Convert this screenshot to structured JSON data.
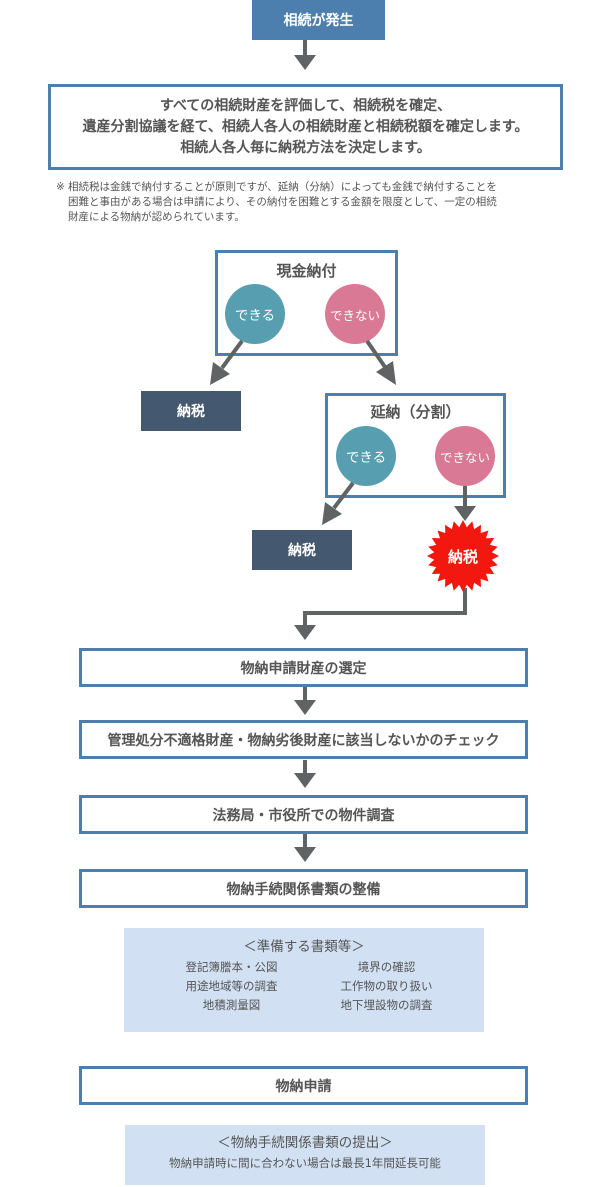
{
  "start": {
    "label": "相続が発生"
  },
  "main_box": {
    "lines": [
      "すべての相続財産を評価して、相続税を確定、",
      "遺産分割協議を経て、相続人各人の相続財産と相続税額を確定します。",
      "相続人各人毎に納税方法を決定します。"
    ]
  },
  "note": {
    "mark": "※",
    "lines": [
      "相続税は金銭で納付することが原則ですが、延納（分納）によっても金銭で納付することを",
      "困難と事由がある場合は申請により、その納付を困難とする金額を限度として、一定の相続",
      "財産による物納が認められています。"
    ]
  },
  "cash_payment": {
    "title": "現金納付",
    "can": "できる",
    "cannot": "できない",
    "result": "納税"
  },
  "deferred_payment": {
    "title": "延納（分割）",
    "can": "できる",
    "cannot": "できない",
    "result": "納税",
    "fallback": "納税"
  },
  "steps": [
    "物納申請財産の選定",
    "管理処分不適格財産・物納劣後財産に該当しないかのチェック",
    "法務局・市役所での物件調査",
    "物納手続関係書類の整備"
  ],
  "documents_box": {
    "title": "＜準備する書類等＞",
    "items_left": [
      "登記簿謄本・公図",
      "用途地域等の調査",
      "地積測量図"
    ],
    "items_right": [
      "境界の確認",
      "工作物の取り扱い",
      "地下埋設物の調査"
    ]
  },
  "final_step": {
    "label": "物納申請"
  },
  "submission_box": {
    "title": "＜物納手続関係書類の提出＞",
    "note": "物納申請時に間に合わない場合は最長1年間延長可能"
  },
  "colors": {
    "primary_blue": "#4c7fae",
    "dark_navy": "#44596f",
    "teal_can": "#579fb0",
    "pink_cannot": "#d97996",
    "burst_red": "#f2180f",
    "arrow_gray": "#5f6364",
    "info_bg": "#d1e0f2"
  }
}
